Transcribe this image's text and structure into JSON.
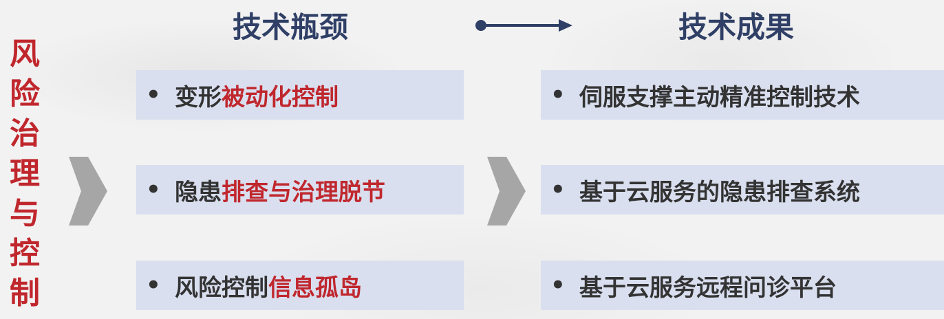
{
  "side_title": [
    "风",
    "险",
    "治",
    "理",
    "与",
    "控",
    "制"
  ],
  "headings": {
    "left": "技术瓶颈",
    "right": "技术成果"
  },
  "bullet_glyph": "•",
  "bottlenecks": [
    {
      "plain": "变形",
      "highlight": "被动化控制"
    },
    {
      "plain": "隐患",
      "highlight": "排查与治理脱节"
    },
    {
      "plain": "风险控制",
      "highlight": "信息孤岛"
    }
  ],
  "achievements": [
    "伺服支撑主动精准控制技术",
    "基于云服务的隐患排查系统",
    "基于云服务远程问诊平台"
  ],
  "colors": {
    "accent_red": "#c0272d",
    "heading_navy": "#2f3f66",
    "box_fill": "#d9dfef",
    "chevron_gray": "#a6a6a6"
  },
  "icons": {
    "top_arrow": "arrow-right-icon",
    "flow_chevron": "chevron-right-icon"
  }
}
